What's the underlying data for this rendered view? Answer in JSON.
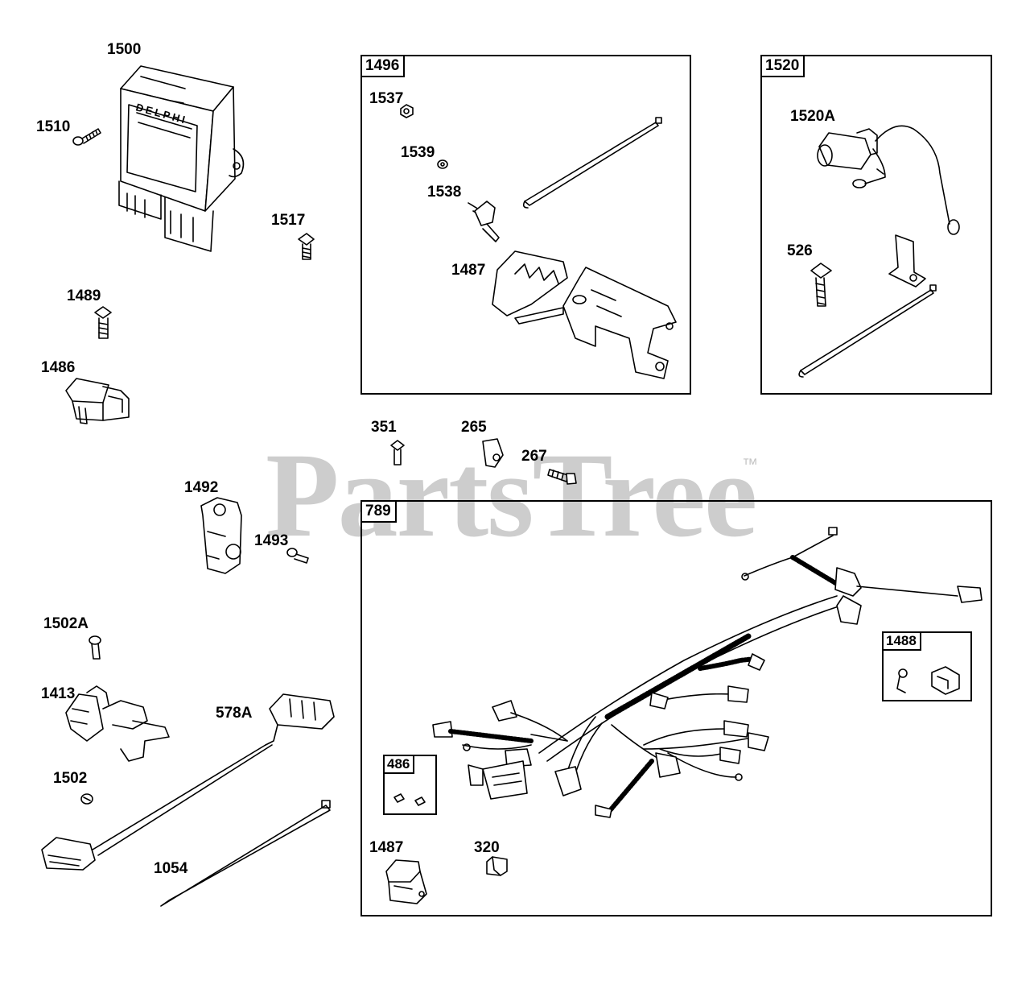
{
  "watermark": {
    "text": "PartsTree",
    "trademark": "™"
  },
  "parts": {
    "p1500": "1500",
    "p1510": "1510",
    "p1517": "1517",
    "p1489": "1489",
    "p1486": "1486",
    "p1492": "1492",
    "p1493": "1493",
    "p1502A": "1502A",
    "p1413": "1413",
    "p578A": "578A",
    "p1502": "1502",
    "p1054": "1054",
    "p351": "351",
    "p265": "265",
    "p267": "267",
    "p1537": "1537",
    "p1539": "1539",
    "p1538": "1538",
    "p1487a": "1487",
    "p1520A": "1520A",
    "p526": "526",
    "p1487b": "1487",
    "p320": "320"
  },
  "panels": {
    "k1496": "1496",
    "k1520": "1520",
    "k789": "789",
    "k1488": "1488",
    "k486": "486"
  },
  "ecu_brand": "DELPHI",
  "colors": {
    "line": "#000000",
    "watermark": "#bdbdbd",
    "background": "#ffffff"
  }
}
